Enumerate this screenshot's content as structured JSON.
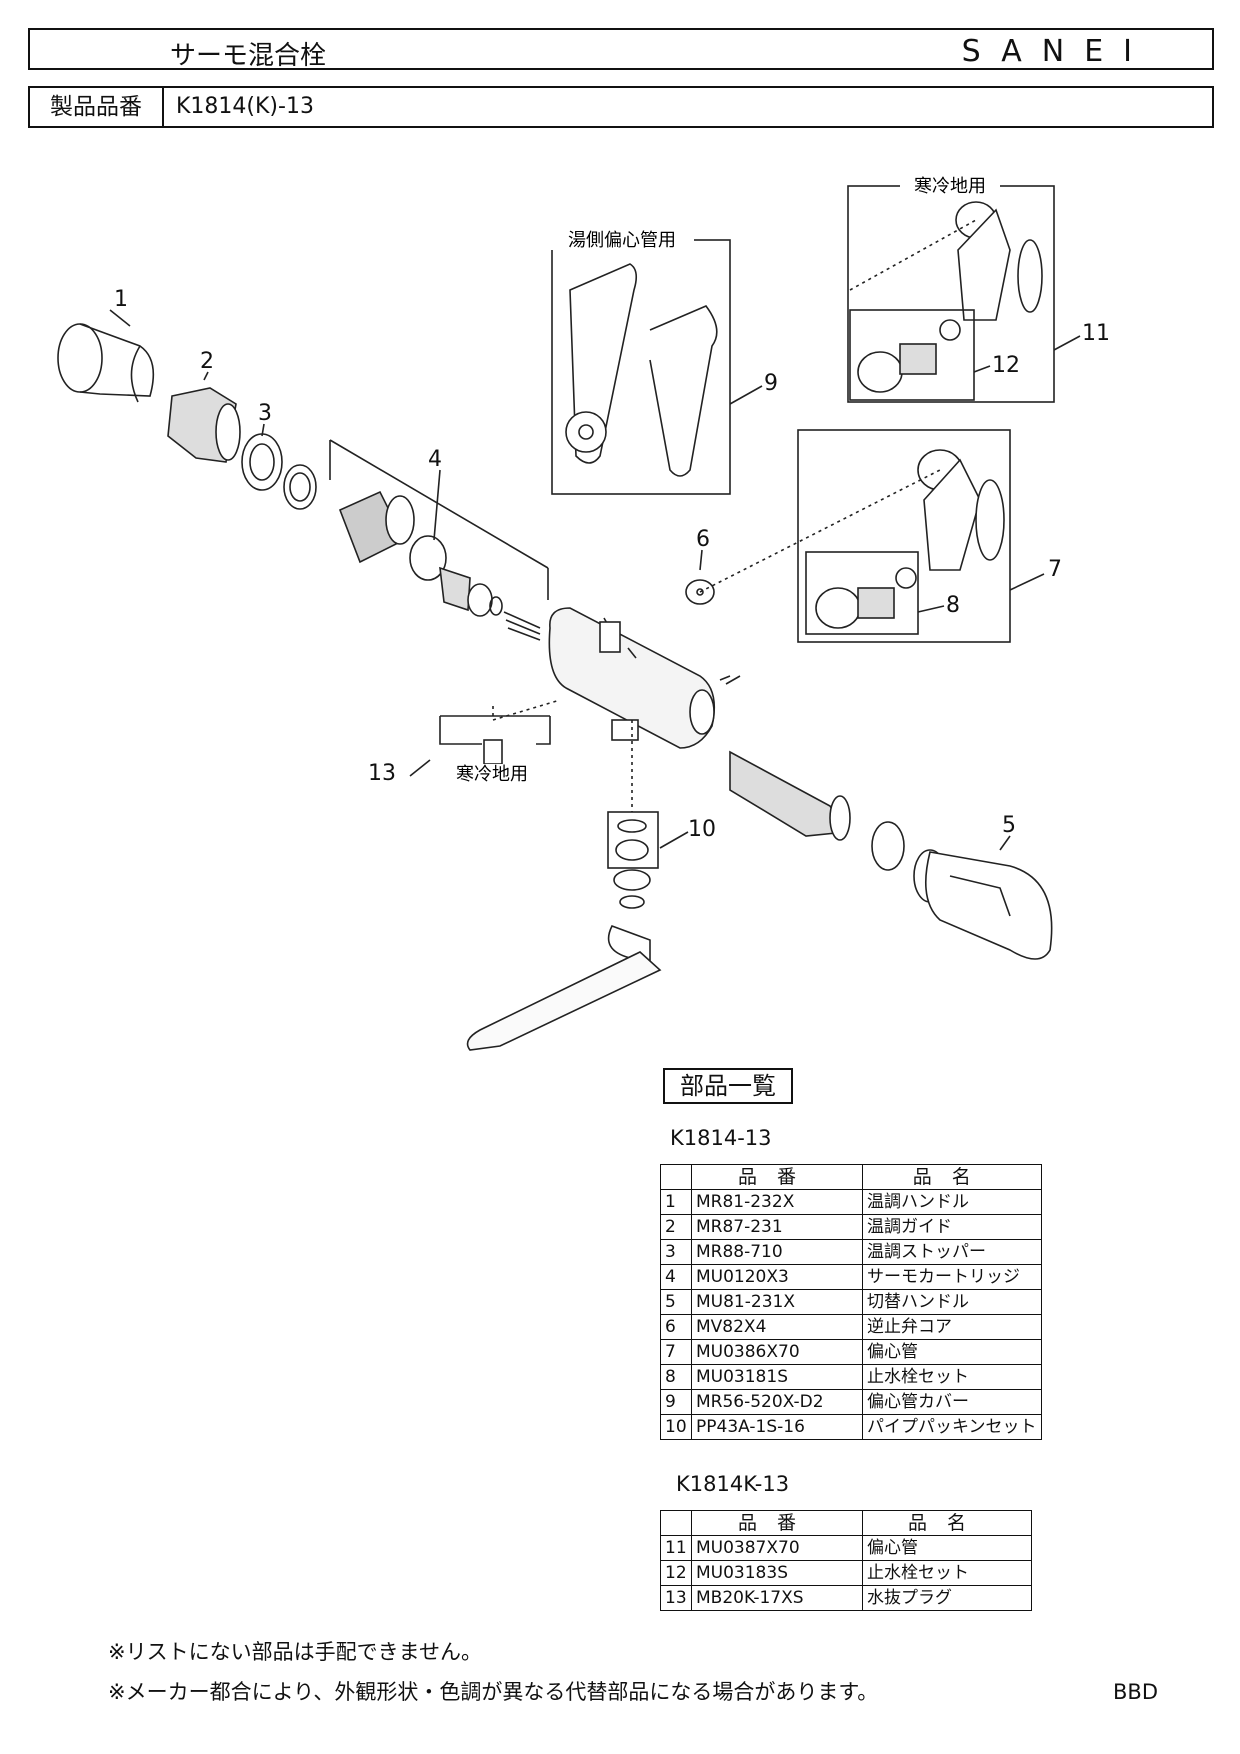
{
  "header": {
    "title": "サーモ混合栓",
    "brand": "SANEI"
  },
  "product": {
    "label": "製品品番",
    "value": "K1814(K)-13"
  },
  "diagram": {
    "callouts": [
      "1",
      "2",
      "3",
      "4",
      "5",
      "6",
      "7",
      "8",
      "9",
      "10",
      "11",
      "12",
      "13"
    ],
    "group_hot_side": "湯側偏心管用",
    "group_cold_top": "寒冷地用",
    "group_cold_plug": "寒冷地用"
  },
  "parts_heading": "部品一覧",
  "tables": [
    {
      "model": "K1814-13",
      "columns": [
        "品番",
        "品名"
      ],
      "rows": [
        {
          "no": "1",
          "code": "MR81-232X",
          "name": "温調ハンドル"
        },
        {
          "no": "2",
          "code": "MR87-231",
          "name": "温調ガイド"
        },
        {
          "no": "3",
          "code": "MR88-710",
          "name": "温調ストッパー"
        },
        {
          "no": "4",
          "code": "MU0120X3",
          "name": "サーモカートリッジ"
        },
        {
          "no": "5",
          "code": "MU81-231X",
          "name": "切替ハンドル"
        },
        {
          "no": "6",
          "code": "MV82X4",
          "name": "逆止弁コア"
        },
        {
          "no": "7",
          "code": "MU0386X70",
          "name": "偏心管"
        },
        {
          "no": "8",
          "code": "MU03181S",
          "name": "止水栓セット"
        },
        {
          "no": "9",
          "code": "MR56-520X-D2",
          "name": "偏心管カバー"
        },
        {
          "no": "10",
          "code": "PP43A-1S-16",
          "name": "パイプパッキンセット"
        }
      ]
    },
    {
      "model": "K1814K-13",
      "columns": [
        "品番",
        "品名"
      ],
      "rows": [
        {
          "no": "11",
          "code": "MU0387X70",
          "name": "偏心管"
        },
        {
          "no": "12",
          "code": "MU03183S",
          "name": "止水栓セット"
        },
        {
          "no": "13",
          "code": "MB20K-17XS",
          "name": "水抜プラグ"
        }
      ]
    }
  ],
  "notes": [
    "※リストにない部品は手配できません。",
    "※メーカー都合により、外観形状・色調が異なる代替部品になる場合があります。"
  ],
  "doc_code": "BBD"
}
